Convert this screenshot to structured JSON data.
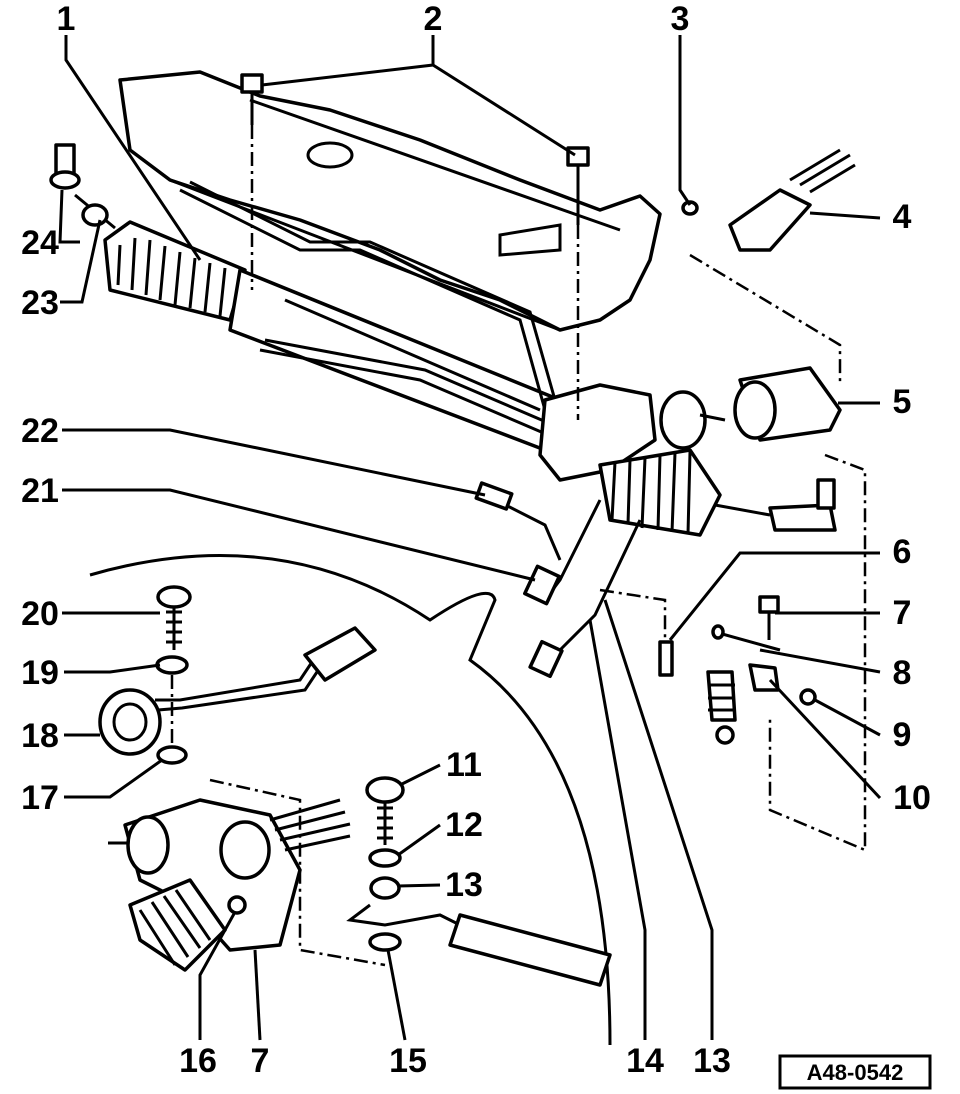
{
  "diagram": {
    "reference_code": "A48-0542",
    "callouts": [
      {
        "id": "1",
        "label": "1"
      },
      {
        "id": "2",
        "label": "2"
      },
      {
        "id": "3",
        "label": "3"
      },
      {
        "id": "4",
        "label": "4"
      },
      {
        "id": "5",
        "label": "5"
      },
      {
        "id": "6",
        "label": "6"
      },
      {
        "id": "7a",
        "label": "7"
      },
      {
        "id": "8",
        "label": "8"
      },
      {
        "id": "9",
        "label": "9"
      },
      {
        "id": "10",
        "label": "10"
      },
      {
        "id": "11",
        "label": "11"
      },
      {
        "id": "12",
        "label": "12"
      },
      {
        "id": "13a",
        "label": "13"
      },
      {
        "id": "14",
        "label": "14"
      },
      {
        "id": "13b",
        "label": "13"
      },
      {
        "id": "15",
        "label": "15"
      },
      {
        "id": "7b",
        "label": "7"
      },
      {
        "id": "16",
        "label": "16"
      },
      {
        "id": "17",
        "label": "17"
      },
      {
        "id": "18",
        "label": "18"
      },
      {
        "id": "19",
        "label": "19"
      },
      {
        "id": "20",
        "label": "20"
      },
      {
        "id": "21",
        "label": "21"
      },
      {
        "id": "22",
        "label": "22"
      },
      {
        "id": "23",
        "label": "23"
      },
      {
        "id": "24",
        "label": "24"
      }
    ]
  }
}
